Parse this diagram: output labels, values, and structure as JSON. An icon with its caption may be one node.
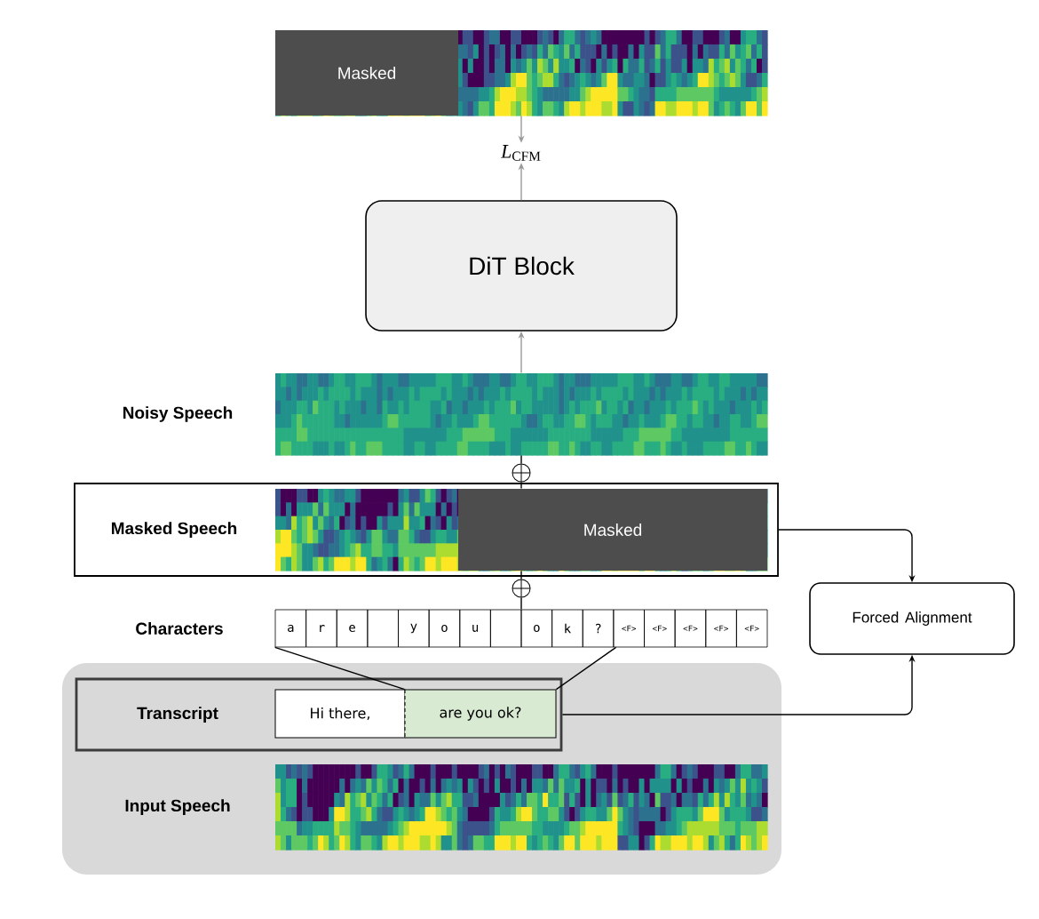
{
  "diagram": {
    "nodes": [
      {
        "text": [
          "Masked"
        ]
      },
      {
        "text": [
          "*L*$_{CFM}$"
        ]
      },
      {
        "text": [
          "DiT Block"
        ]
      },
      {
        "text": [
          "Noisy Speech"
        ]
      },
      {
        "text": [],
        "shape": "circle"
      },
      {
        "text": [
          "Masked Speech"
        ]
      },
      {
        "text": [
          "Masked"
        ],
        "in": 5
      },
      {
        "text": [],
        "shape": "circle"
      },
      {
        "text": [
          "Characters"
        ]
      },
      {
        "text": [
          "Forced Alignment"
        ]
      },
      {
        "text": [],
        "shape": "box"
      },
      {
        "text": [
          "Transcript"
        ],
        "in": 10
      },
      {
        "text": [
          "Hi there,"
        ],
        "in": 11
      },
      {
        "text": [
          "are you ok?"
        ],
        "in": 11
      },
      {
        "text": [
          "Input Speech"
        ],
        "in": 10
      }
    ],
    "edges": [
      {
        "from": 0,
        "to": 1,
        "arrow": "to",
        "color": "#999999"
      },
      {
        "from": 2,
        "to": 1,
        "arrow": "to",
        "color": "#999999"
      },
      {
        "from": 3,
        "to": 2,
        "arrow": "to",
        "color": "#999999"
      },
      {
        "from": 4,
        "to": 3,
        "arrow": "none"
      },
      {
        "from": 6,
        "to": 4,
        "arrow": "none"
      },
      {
        "from": 7,
        "to": 6,
        "arrow": "none"
      },
      {
        "from": 8,
        "to": 7,
        "arrow": "none"
      },
      {
        "from": 5,
        "to": 9,
        "arrow": "to"
      },
      {
        "from": 11,
        "to": 9,
        "arrow": "to"
      },
      {
        "from": 8,
        "to": 13,
        "arrow": "none"
      },
      {
        "from": 8,
        "to": 13,
        "arrow": "none"
      }
    ],
    "labels": [
      "a",
      "r",
      "e",
      "y",
      "o",
      "u",
      "o",
      "k",
      "?",
      "<F>",
      "<F>",
      "<F>",
      "<F>",
      "<F>"
    ]
  }
}
